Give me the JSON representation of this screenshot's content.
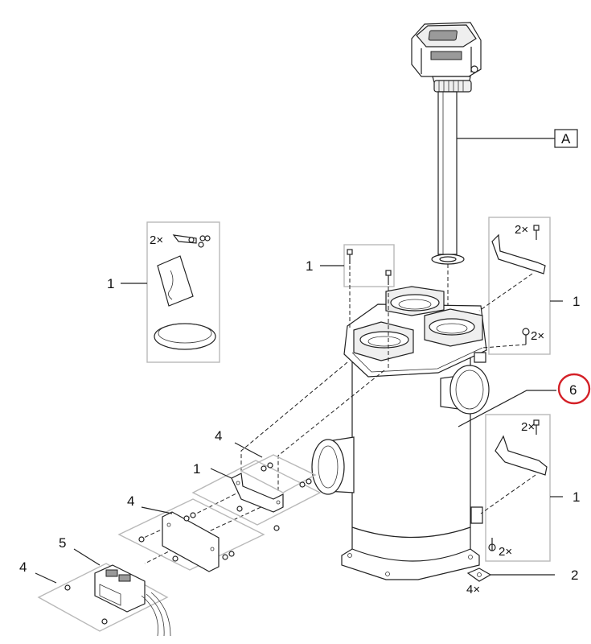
{
  "callouts": {
    "ref_a": "A",
    "kit_left": "1",
    "kit_top_mid": "1",
    "kit_right_upper": "1",
    "kit_right_lower": "1",
    "kit_bracket": "1",
    "item_2": "2",
    "item_6": "6",
    "item_4_upper": "4",
    "item_4_mid": "4",
    "item_4_lower": "4",
    "item_5": "5"
  },
  "quantities": {
    "left_kit_bracket": "2×",
    "right_upper_screw": "2×",
    "right_upper_nut": "2×",
    "right_lower_screw": "2×",
    "right_lower_nut": "2×",
    "foot": "4×"
  },
  "colors": {
    "highlight_ring": "#d42027",
    "group_frame": "#b9b9b9",
    "line": "#222222"
  }
}
